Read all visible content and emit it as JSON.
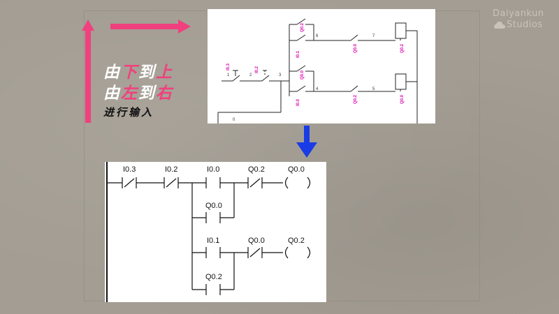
{
  "captions": {
    "line1_a": "由",
    "line1_b": "下",
    "line1_c": "到",
    "line1_d": "上",
    "line2_a": "由",
    "line2_b": "左",
    "line2_c": "到",
    "line2_d": "右",
    "line3": "进行输入"
  },
  "logo": {
    "line1": "Daiyankun",
    "line2": "Studios"
  },
  "colors": {
    "accent": "#f0407e",
    "arrow_down": "#1a3ce6",
    "sim_label": "#d90cae"
  },
  "top_diagram": {
    "labels": {
      "i03": "I0.3",
      "i02": "I0.2",
      "q02_sw": "Q0.2",
      "i01": "I0.1",
      "q00_mid": "Q0.0",
      "q02_coil": "Q0.2",
      "q00_sw": "Q0.0",
      "i00": "I0.0",
      "q02_mid": "Q0.2",
      "q00_coil": "Q0.0"
    },
    "numbers": {
      "n1": "1",
      "n2": "2",
      "n3": "3",
      "n4": "4",
      "n5": "5",
      "n6": "6",
      "n7": "7",
      "n0": "0"
    }
  },
  "ladder": {
    "i03": "I0.3",
    "i02": "I0.2",
    "i00": "I0.0",
    "q02_nc": "Q0.2",
    "q00_coil": "Q0.0",
    "q00_branch": "Q0.0",
    "i01": "I0.1",
    "q00_nc": "Q0.0",
    "q02_coil": "Q0.2",
    "q02_branch": "Q0.2"
  }
}
